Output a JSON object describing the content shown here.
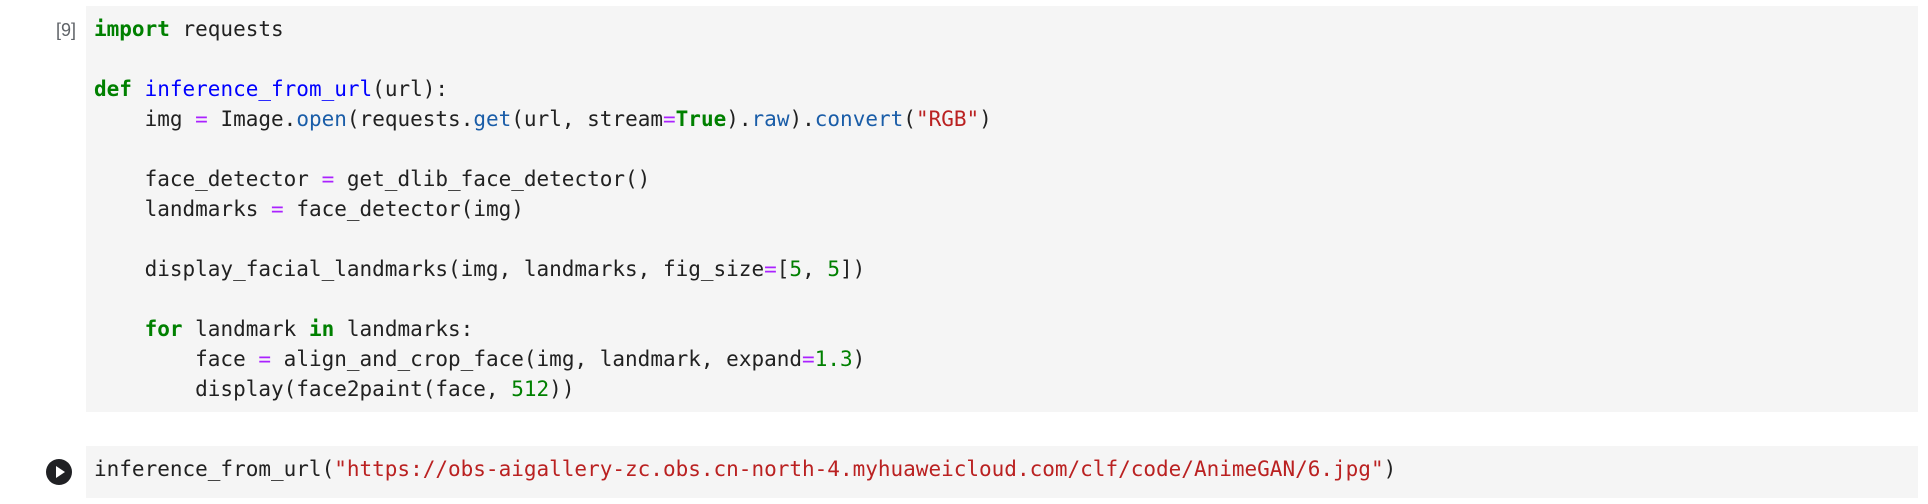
{
  "cells": [
    {
      "execution_count": "[9]",
      "lines": [
        [
          "import",
          " requests"
        ],
        [
          ""
        ],
        [
          "def",
          " ",
          "inference_from_url",
          "(url):"
        ],
        [
          "    img ",
          "=",
          " Image.",
          "open",
          "(requests.",
          "get",
          "(url, stream",
          "=",
          "True",
          ").",
          "raw",
          ").",
          "convert",
          "(",
          "\"RGB\"",
          ")"
        ],
        [
          ""
        ],
        [
          "    face_detector ",
          "=",
          " get_dlib_face_detector()"
        ],
        [
          "    landmarks ",
          "=",
          " face_detector(img)"
        ],
        [
          ""
        ],
        [
          "    display_facial_landmarks(img, landmarks, fig_size",
          "=",
          "[",
          "5",
          ", ",
          "5",
          "])"
        ],
        [
          ""
        ],
        [
          "    ",
          "for",
          " landmark ",
          "in",
          " landmarks:"
        ],
        [
          "        face ",
          "=",
          " align_and_crop_face(img, landmark, expand",
          "=",
          "1.3",
          ")"
        ],
        [
          "        display(face2paint(face, ",
          "512",
          "))"
        ]
      ]
    },
    {
      "run_button_icon": "play-icon",
      "lines": [
        [
          "inference_from_url(",
          "\"https://obs-aigallery-zc.obs.cn-north-4.myhuaweicloud.com/clf/code/AnimeGAN/6.jpg\"",
          ")"
        ]
      ]
    }
  ],
  "colors": {
    "keyword": "#008000",
    "function_def": "#0000ff",
    "attribute": "#1a5da8",
    "operator": "#aa22ff",
    "number": "#008000",
    "string": "#ba2121",
    "cell_background": "#f5f5f5"
  }
}
